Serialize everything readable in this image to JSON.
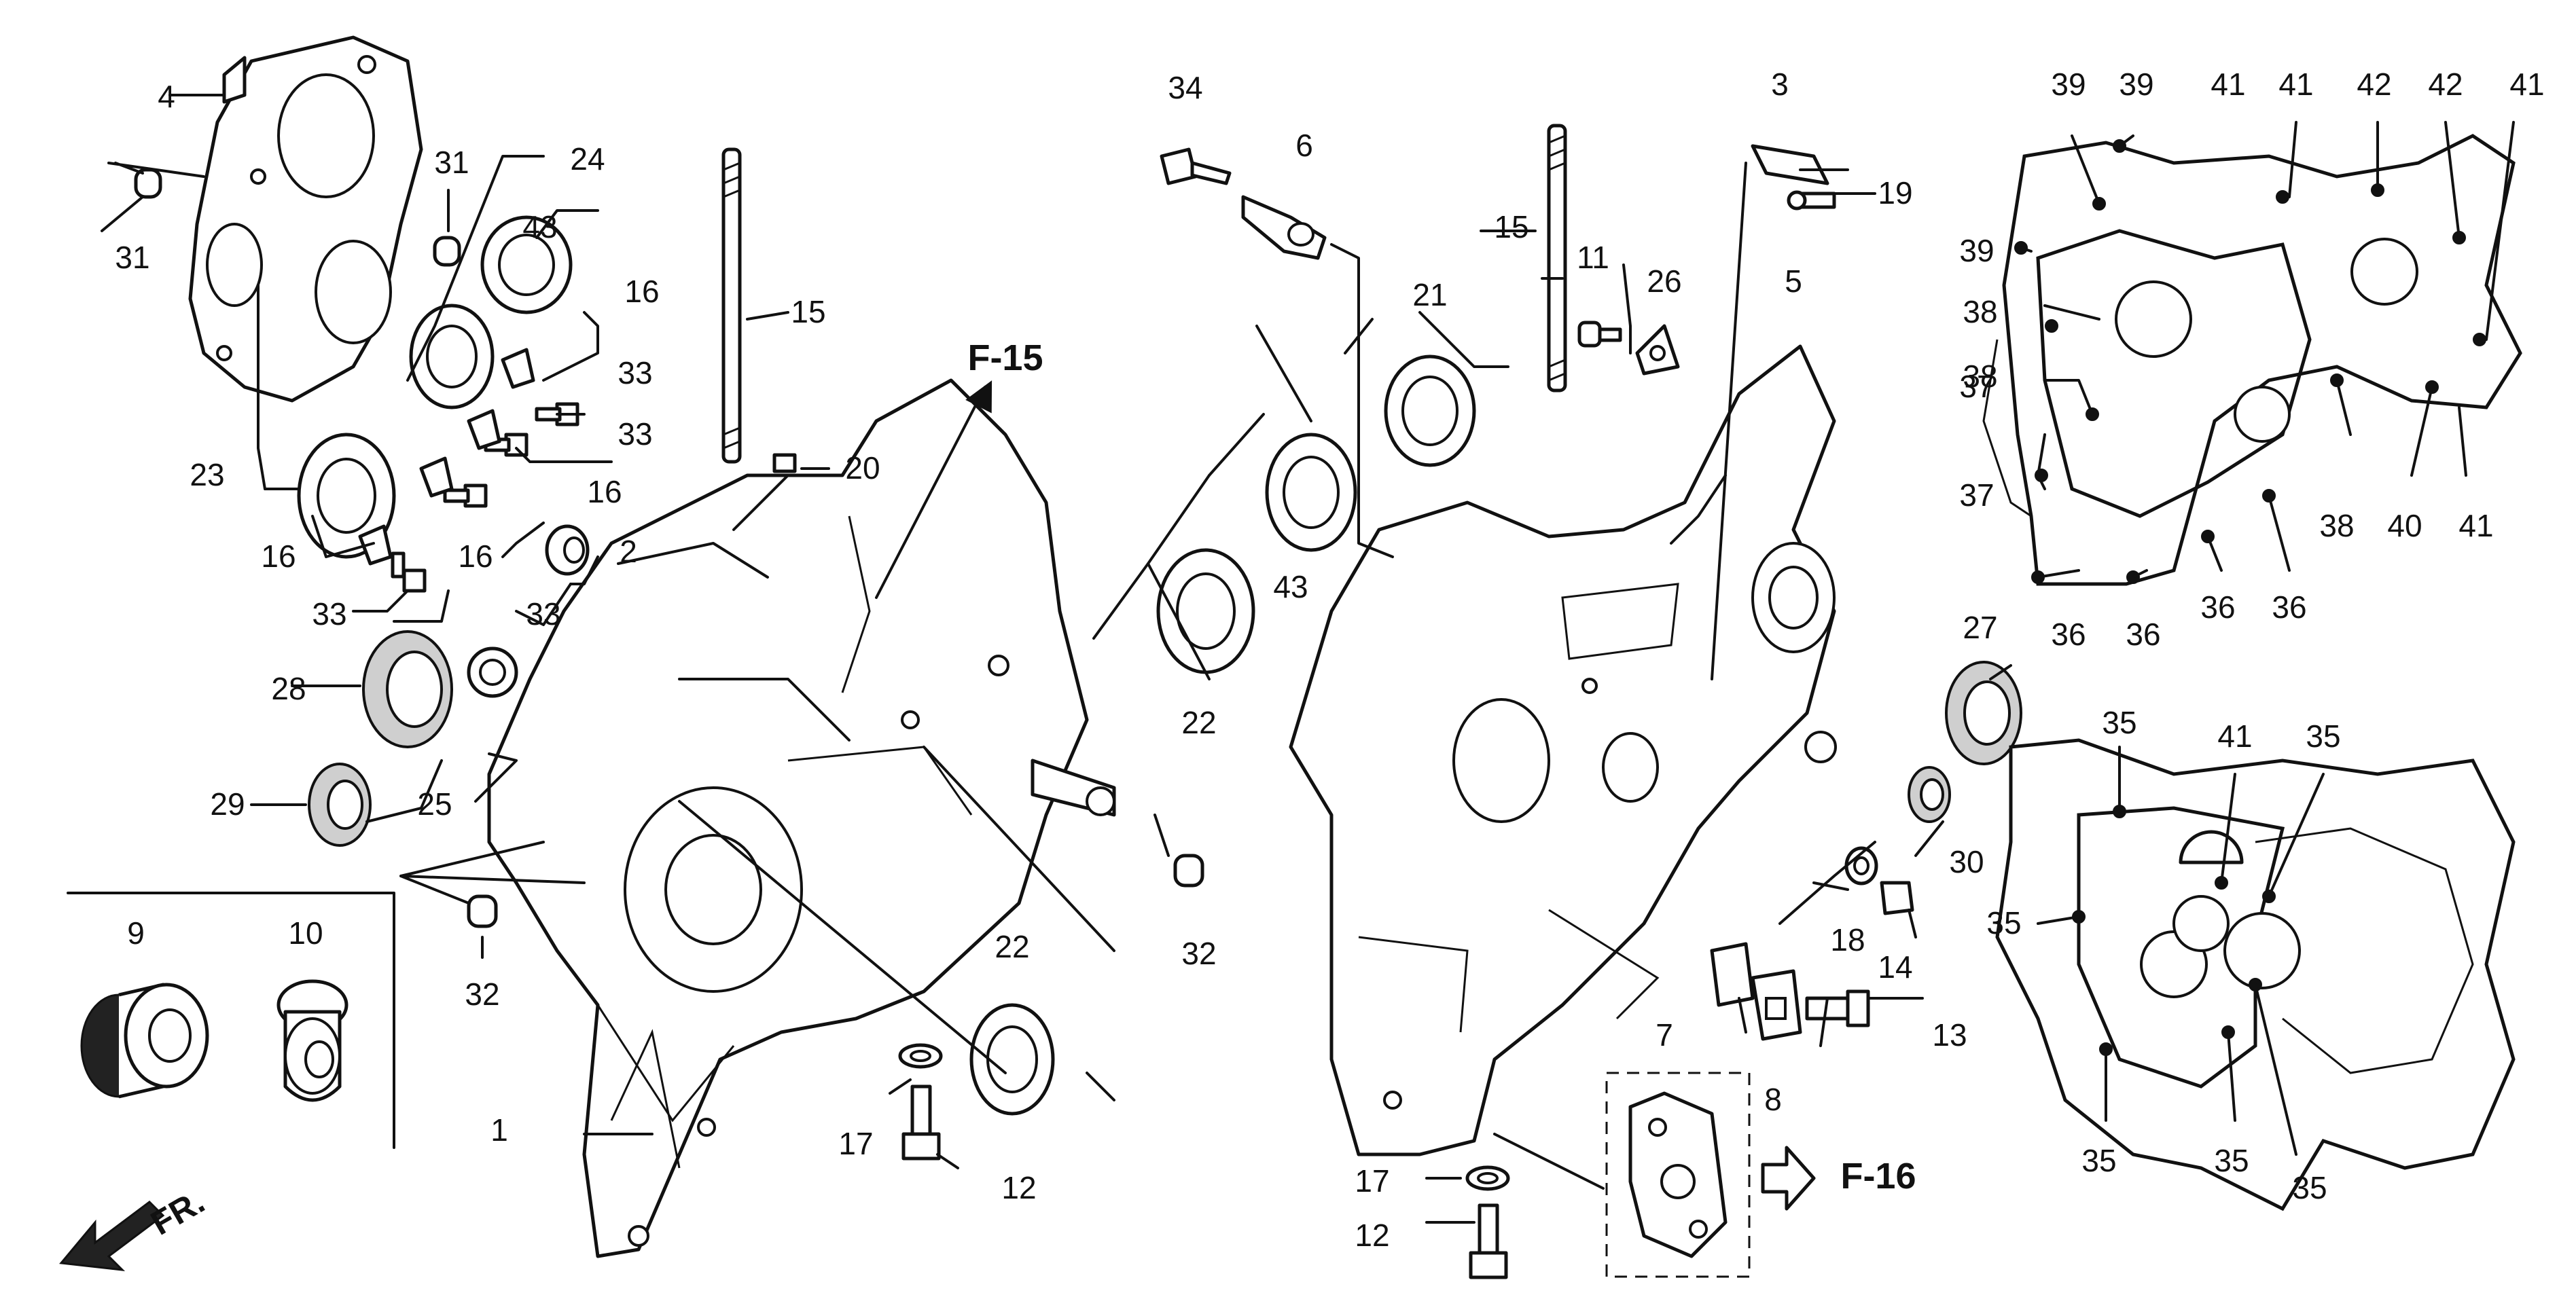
{
  "diagram": {
    "callouts": [
      {
        "id": "c1",
        "text": "1"
      },
      {
        "id": "c2",
        "text": "2"
      },
      {
        "id": "c3",
        "text": "3"
      },
      {
        "id": "c4",
        "text": "4"
      },
      {
        "id": "c5",
        "text": "5"
      },
      {
        "id": "c6",
        "text": "6"
      },
      {
        "id": "c7",
        "text": "7"
      },
      {
        "id": "c8",
        "text": "8"
      },
      {
        "id": "c9",
        "text": "9"
      },
      {
        "id": "c10",
        "text": "10"
      },
      {
        "id": "c11",
        "text": "11"
      },
      {
        "id": "c12a",
        "text": "12"
      },
      {
        "id": "c12b",
        "text": "12"
      },
      {
        "id": "c13",
        "text": "13"
      },
      {
        "id": "c14",
        "text": "14"
      },
      {
        "id": "c15a",
        "text": "15"
      },
      {
        "id": "c15b",
        "text": "15"
      },
      {
        "id": "c16a",
        "text": "16"
      },
      {
        "id": "c16b",
        "text": "16"
      },
      {
        "id": "c16c",
        "text": "16"
      },
      {
        "id": "c16d",
        "text": "16"
      },
      {
        "id": "c17a",
        "text": "17"
      },
      {
        "id": "c17b",
        "text": "17"
      },
      {
        "id": "c18",
        "text": "18"
      },
      {
        "id": "c19",
        "text": "19"
      },
      {
        "id": "c20",
        "text": "20"
      },
      {
        "id": "c21",
        "text": "21"
      },
      {
        "id": "c22a",
        "text": "22"
      },
      {
        "id": "c22b",
        "text": "22"
      },
      {
        "id": "c23",
        "text": "23"
      },
      {
        "id": "c24",
        "text": "24"
      },
      {
        "id": "c25",
        "text": "25"
      },
      {
        "id": "c26",
        "text": "26"
      },
      {
        "id": "c27",
        "text": "27"
      },
      {
        "id": "c28",
        "text": "28"
      },
      {
        "id": "c29",
        "text": "29"
      },
      {
        "id": "c30",
        "text": "30"
      },
      {
        "id": "c31a",
        "text": "31"
      },
      {
        "id": "c31b",
        "text": "31"
      },
      {
        "id": "c32a",
        "text": "32"
      },
      {
        "id": "c32b",
        "text": "32"
      },
      {
        "id": "c33a",
        "text": "33"
      },
      {
        "id": "c33b",
        "text": "33"
      },
      {
        "id": "c33c",
        "text": "33"
      },
      {
        "id": "c33d",
        "text": "33"
      },
      {
        "id": "c34",
        "text": "34"
      },
      {
        "id": "c35a",
        "text": "35"
      },
      {
        "id": "c35b",
        "text": "35"
      },
      {
        "id": "c35c",
        "text": "35"
      },
      {
        "id": "c35d",
        "text": "35"
      },
      {
        "id": "c35e",
        "text": "35"
      },
      {
        "id": "c35f",
        "text": "35"
      },
      {
        "id": "c36a",
        "text": "36"
      },
      {
        "id": "c36b",
        "text": "36"
      },
      {
        "id": "c36c",
        "text": "36"
      },
      {
        "id": "c36d",
        "text": "36"
      },
      {
        "id": "c37a",
        "text": "37"
      },
      {
        "id": "c37b",
        "text": "37"
      },
      {
        "id": "c38a",
        "text": "38"
      },
      {
        "id": "c38b",
        "text": "38"
      },
      {
        "id": "c38c",
        "text": "38"
      },
      {
        "id": "c39a",
        "text": "39"
      },
      {
        "id": "c39b",
        "text": "39"
      },
      {
        "id": "c39c",
        "text": "39"
      },
      {
        "id": "c40",
        "text": "40"
      },
      {
        "id": "c41a",
        "text": "41"
      },
      {
        "id": "c41b",
        "text": "41"
      },
      {
        "id": "c41c",
        "text": "41"
      },
      {
        "id": "c41d",
        "text": "41"
      },
      {
        "id": "c41e",
        "text": "41"
      },
      {
        "id": "c42a",
        "text": "42"
      },
      {
        "id": "c42b",
        "text": "42"
      },
      {
        "id": "c43a",
        "text": "43"
      },
      {
        "id": "c43b",
        "text": "43"
      }
    ],
    "refs": {
      "f15": "F-15",
      "f16": "F-16",
      "front": "FR."
    }
  }
}
